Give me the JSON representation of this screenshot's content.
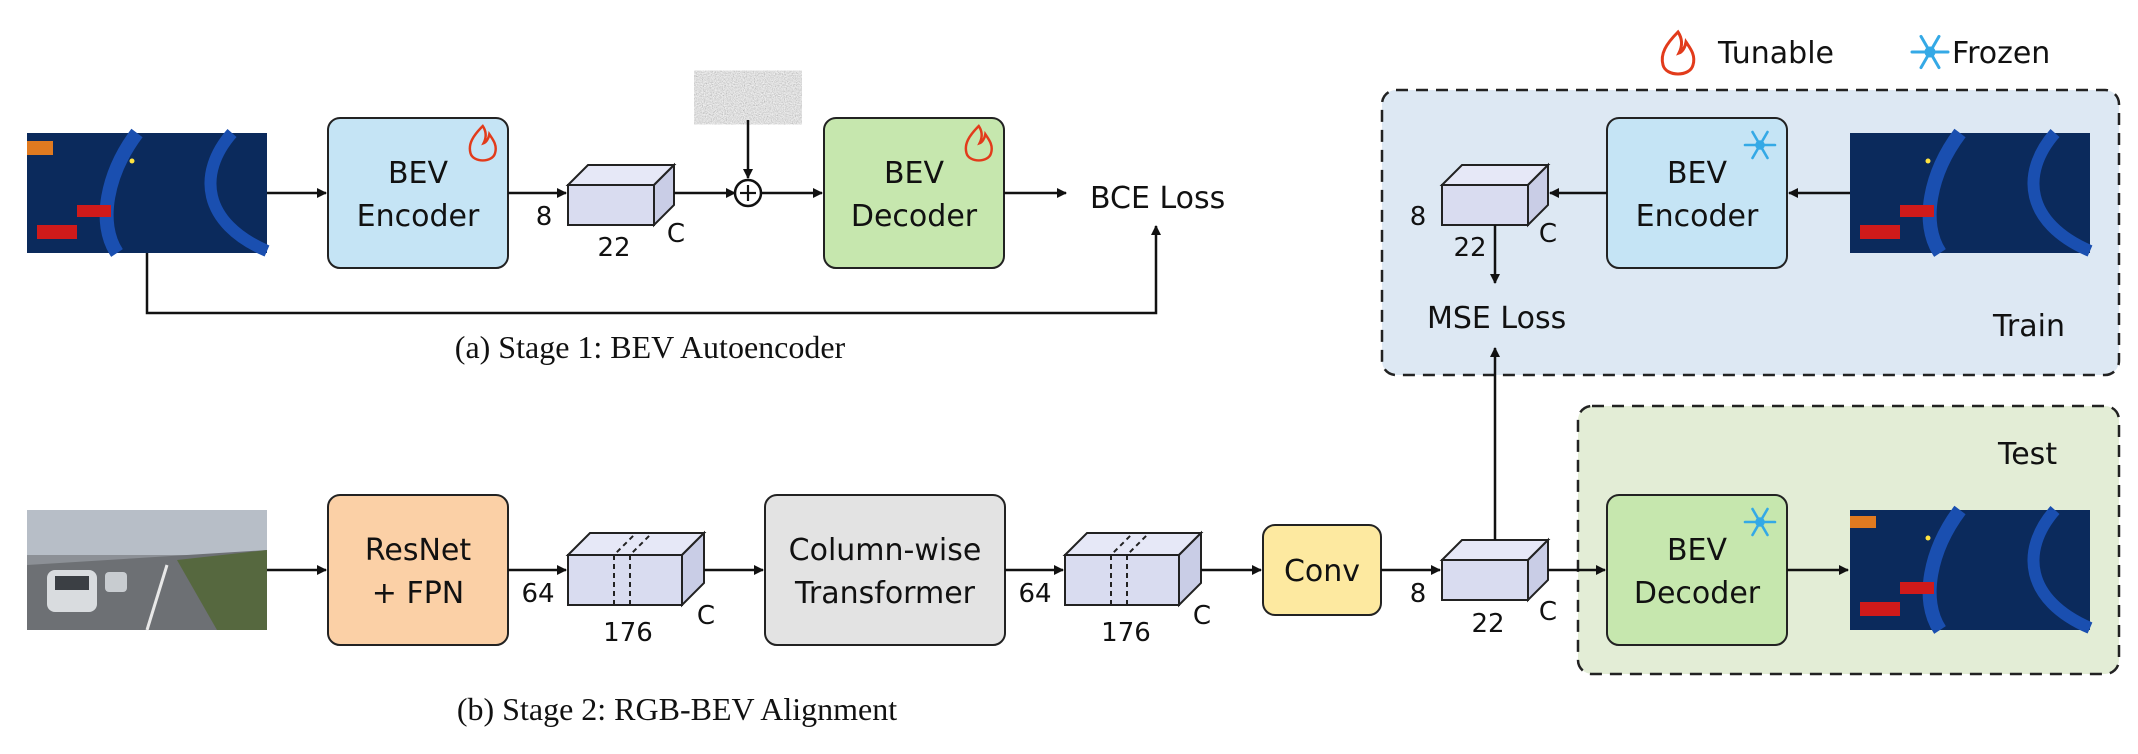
{
  "legend": {
    "tunable": "Tunable",
    "frozen": "Frozen"
  },
  "stage1": {
    "caption": "(a) Stage 1: BEV Autoencoder",
    "encoder": [
      "BEV",
      "Encoder"
    ],
    "decoder": [
      "BEV",
      "Decoder"
    ],
    "loss": "BCE Loss",
    "latent": {
      "h": "8",
      "w": "22",
      "c": "C"
    }
  },
  "stage2": {
    "caption": "(b) Stage 2: RGB-BEV Alignment",
    "backbone": [
      "ResNet",
      "+ FPN"
    ],
    "transformer": [
      "Column-wise",
      "Transformer"
    ],
    "conv": "Conv",
    "feat1": {
      "h": "64",
      "w": "176",
      "c": "C"
    },
    "feat2": {
      "h": "64",
      "w": "176",
      "c": "C"
    },
    "latent": {
      "h": "8",
      "w": "22",
      "c": "C"
    }
  },
  "train_panel": {
    "label": "Train",
    "encoder": [
      "BEV",
      "Encoder"
    ],
    "loss": "MSE Loss",
    "latent": {
      "h": "8",
      "w": "22",
      "c": "C"
    }
  },
  "test_panel": {
    "label": "Test",
    "decoder": [
      "BEV",
      "Decoder"
    ]
  },
  "colors": {
    "encoder": "#c5e4f5",
    "decoder": "#c6e7ae",
    "backbone": "#fbd0a6",
    "transformer": "#e3e3e3",
    "conv": "#fde9a0",
    "cube": "#d9dcf0",
    "train_bg": "#dde8f3",
    "test_bg": "#e3edd6",
    "bev_bg": "#0b2a5c",
    "fire": "#e23b1b",
    "snow": "#34a9e6"
  }
}
